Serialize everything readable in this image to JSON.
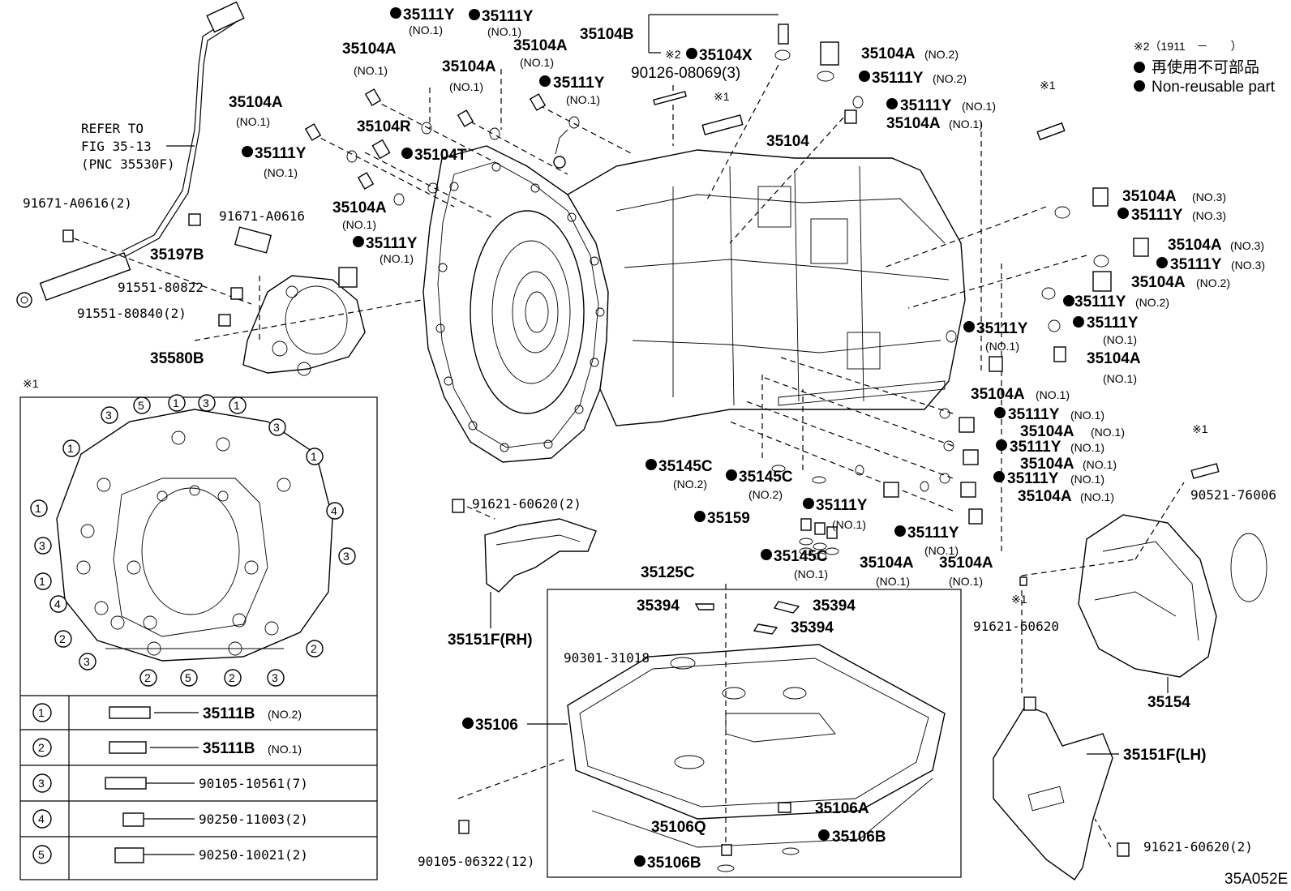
{
  "legend": {
    "note": "※2（1911　－　　）",
    "jp": "再使用不可部品",
    "en": "Non-reusable part"
  },
  "refer": {
    "line1": "REFER TO",
    "line2": "FIG 35-13",
    "line3": "(PNC 35530F)"
  },
  "sym": {
    "ref1": "※1",
    "ref2": "※2",
    "no1": "(NO.1)",
    "no2": "(NO.2)",
    "no3": "(NO.3)"
  },
  "parts": {
    "p35104": "35104",
    "p35104A": "35104A",
    "p35104B": "35104B",
    "p35104X": "35104X",
    "p35104R": "35104R",
    "p35104T": "35104T",
    "p35111Y": "35111Y",
    "p35197B": "35197B",
    "p35580B": "35580B",
    "p35145C": "35145C",
    "p35159": "35159",
    "p35125C": "35125C",
    "p35394": "35394",
    "p35106": "35106",
    "p35106A": "35106A",
    "p35106Q": "35106Q",
    "p35106B": "35106B",
    "p35151F_RH": "35151F(RH)",
    "p35151F_LH": "35151F(LH)",
    "p35154": "35154",
    "p90126": "90126-08069(3)",
    "p91671_2": "91671-A0616(2)",
    "p91671": "91671-A0616",
    "p91551_80822": "91551-80822",
    "p91551_80840": "91551-80840(2)",
    "p91621_2": "91621-60620(2)",
    "p91621": "91621-60620",
    "p91621_2b": "91621-60620(2)",
    "p90521": "90521-76006",
    "p90301": "90301-31018",
    "p90105_06322": "90105-06322(12)",
    "p35111B": "35111B",
    "p90105_10561": "90105-10561(7)",
    "p90250_11003": "90250-11003(2)",
    "p90250_10021": "90250-10021(2)"
  },
  "inset_table": {
    "rows": [
      {
        "num": "1",
        "part": "35111B",
        "note": "(NO.2)"
      },
      {
        "num": "2",
        "part": "35111B",
        "note": "(NO.1)"
      },
      {
        "num": "3",
        "part": "90105-10561(7)",
        "note": ""
      },
      {
        "num": "4",
        "part": "90250-11003(2)",
        "note": ""
      },
      {
        "num": "5",
        "part": "90250-10021(2)",
        "note": ""
      }
    ]
  },
  "inset_nums": [
    "1",
    "2",
    "3",
    "4",
    "5"
  ],
  "diagram_code": "35A052E"
}
